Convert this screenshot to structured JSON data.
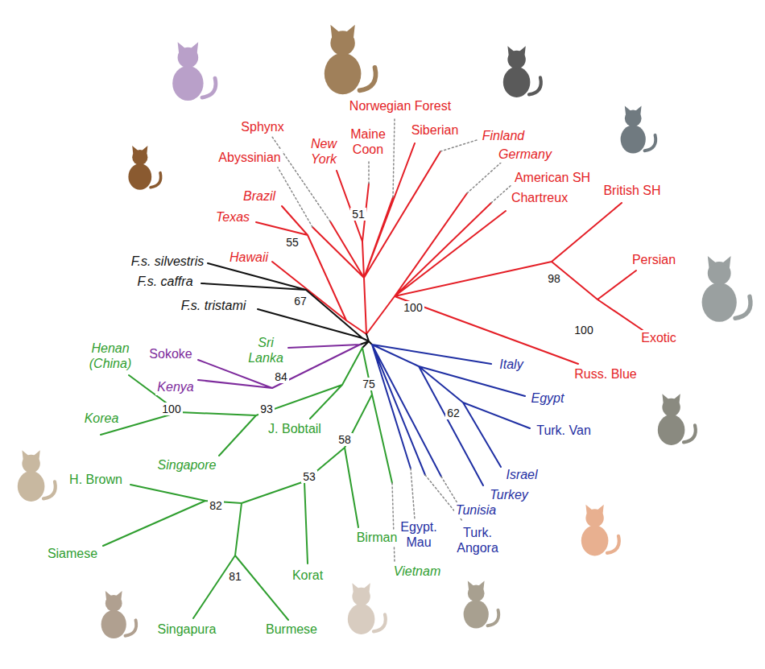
{
  "diagram": {
    "labels": [
      "Sphynx",
      "Norwegian Forest",
      "New York",
      "Maine Coon",
      "Siberian",
      "Finland",
      "Germany",
      "Abyssinian",
      "American SH",
      "Chartreux",
      "British SH",
      "Brazil",
      "Texas",
      "Hawaii",
      "51",
      "55",
      "F.s. silvestris",
      "F.s. caffra",
      "F.s. tristami",
      "67",
      "98",
      "100",
      "Persian",
      "100",
      "Exotic",
      "Russ. Blue",
      "Henan (China)",
      "Sokoke",
      "Sri Lanka",
      "Kenya",
      "84",
      "Italy",
      "100",
      "93",
      "75",
      "Korea",
      "Egypt",
      "J. Bobtail",
      "62",
      "Turk. Van",
      "58",
      "Singapore",
      "H. Brown",
      "53",
      "Israel",
      "Turkey",
      "Tunisia",
      "82",
      "Egypt. Mau",
      "Turk. Angora",
      "Siamese",
      "Korat",
      "Birman",
      "Vietnam",
      "81",
      "Singapura",
      "Burmese"
    ]
  }
}
